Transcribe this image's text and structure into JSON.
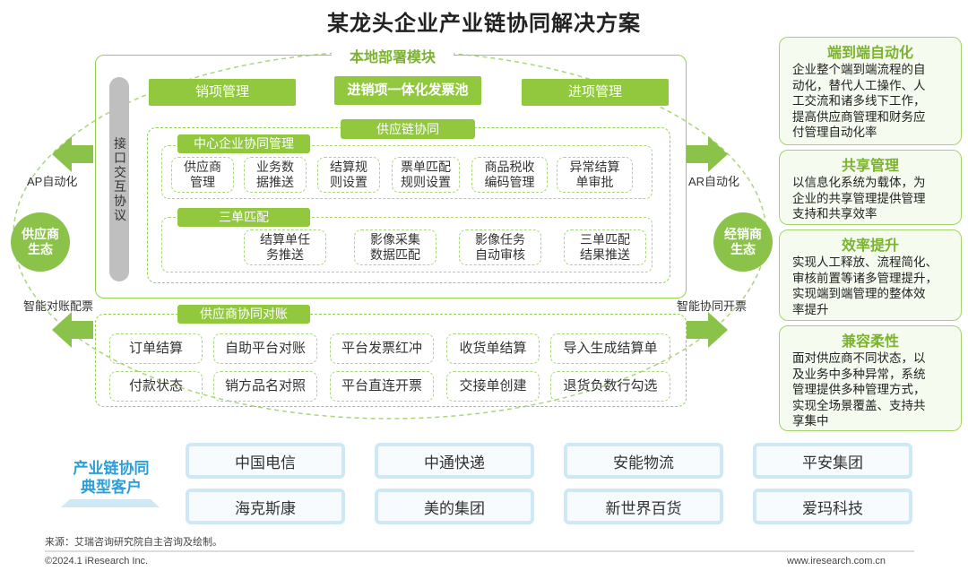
{
  "title": "某龙头企业产业链协同解决方案",
  "local_module": {
    "header": "本地部署模块",
    "top_buttons": [
      "销项管理",
      "进销项一体化发票池",
      "进项管理"
    ],
    "interface_label": "接口交互协议",
    "supply_chain": {
      "header": "供应链协同",
      "center_mgmt": {
        "label": "中心企业协同管理",
        "items": [
          "供应商\n管理",
          "业务数\n据推送",
          "结算规\n则设置",
          "票单匹配\n规则设置",
          "商品税收\n编码管理",
          "异常结算\n单审批"
        ]
      },
      "three_match": {
        "label": "三单匹配",
        "items": [
          "结算单任\n务推送",
          "影像采集\n数据匹配",
          "影像任务\n自动审核",
          "三单匹配\n结果推送"
        ]
      }
    },
    "supplier_recon": {
      "label": "供应商协同对账",
      "row1": [
        "订单结算",
        "自助平台对账",
        "平台发票红冲",
        "收货单结算",
        "导入生成结算单"
      ],
      "row2": [
        "付款状态",
        "销方品名对照",
        "平台直连开票",
        "交接单创建",
        "退货负数行勾选"
      ]
    }
  },
  "left": {
    "circle": "供应商\n生态",
    "top_label": "AP自动化",
    "bottom_label": "智能对账配票"
  },
  "right": {
    "circle": "经销商\n生态",
    "top_label": "AR自动化",
    "bottom_label": "智能协同开票"
  },
  "right_panels": [
    {
      "title": "端到端自动化",
      "lines": [
        "企业整个端到端流程的自",
        "动化，替代人工操作、人",
        "工交流和诸多线下工作，",
        "提高供应商管理和财务应",
        "付管理自动化率"
      ]
    },
    {
      "title": "共享管理",
      "lines": [
        "以信息化系统为载体，为",
        "企业的共享管理提供管理",
        "支持和共享效率"
      ]
    },
    {
      "title": "效率提升",
      "lines": [
        "实现人工释放、流程简化、",
        "审核前置等诸多管理提升，",
        "实现端到端管理的整体效",
        "率提升"
      ]
    },
    {
      "title": "兼容柔性",
      "lines": [
        "面对供应商不同状态，以",
        "及业务中多种异常，系统",
        "管理提供多种管理方式，",
        "实现全场景覆盖、支持共",
        "享集中"
      ]
    }
  ],
  "customers": {
    "label": "产业链协同\n典型客户",
    "row1": [
      "中国电信",
      "中通快递",
      "安能物流",
      "平安集团"
    ],
    "row2": [
      "海克斯康",
      "美的集团",
      "新世界百货",
      "爱玛科技"
    ]
  },
  "footer": {
    "source": "来源：艾瑞咨询研究院自主咨询及绘制。",
    "copyright": "©2024.1 iResearch Inc.",
    "url": "www.iresearch.com.cn"
  },
  "colors": {
    "accent_green": "#92c83e",
    "panel_border": "#a5d46a",
    "customer_border": "#cfe8f6",
    "interface_gray": "#bfbfbf"
  }
}
